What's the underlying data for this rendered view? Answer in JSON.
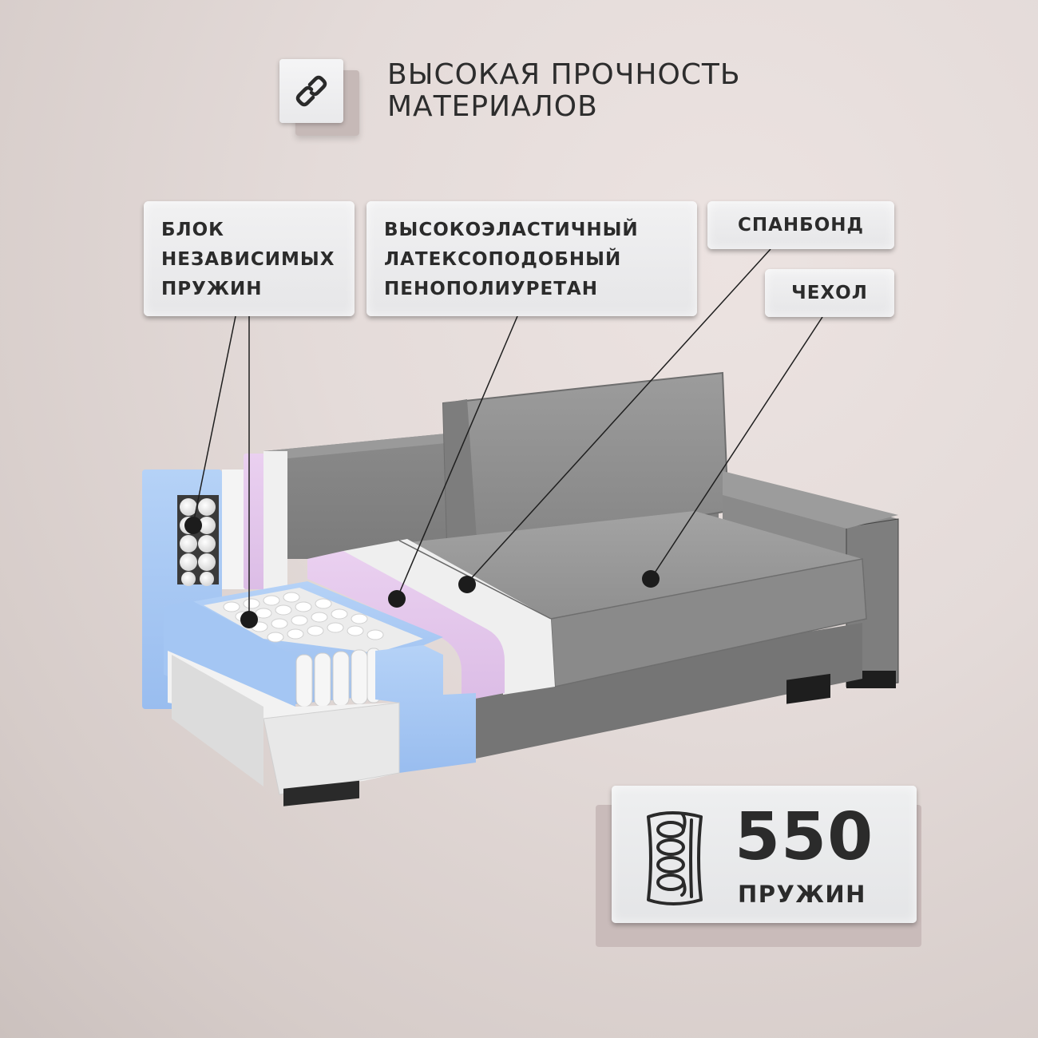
{
  "header": {
    "icon": "link-chain-icon",
    "title_lines": [
      "ВЫСОКАЯ ПРОЧНОСТЬ",
      "МАТЕРИАЛОВ"
    ]
  },
  "callouts": [
    {
      "id": "springs",
      "lines": [
        "БЛОК",
        "НЕЗАВИСИМЫХ",
        "ПРУЖИН"
      ]
    },
    {
      "id": "foam",
      "lines": [
        "ВЫСОКОЭЛАСТИЧНЫЙ",
        "ЛАТЕКСОПОДОБНЫЙ",
        "ПЕНОПОЛИУРЕТАН"
      ]
    },
    {
      "id": "spunbond",
      "lines": [
        "СПАНБОНД"
      ]
    },
    {
      "id": "cover",
      "lines": [
        "ЧЕХОЛ"
      ]
    }
  ],
  "product": {
    "name": "sofa-cutaway-illustration",
    "layers_colors": {
      "frame_foam_blue": "#a8c8f2",
      "latex_foam_pink": "#e4c6ec",
      "spunbond_white": "#f1f1f1",
      "cover_grey": "#8c8c8c"
    }
  },
  "stat": {
    "icon": "spring-coil-icon",
    "value": "550",
    "unit": "ПРУЖИН"
  }
}
